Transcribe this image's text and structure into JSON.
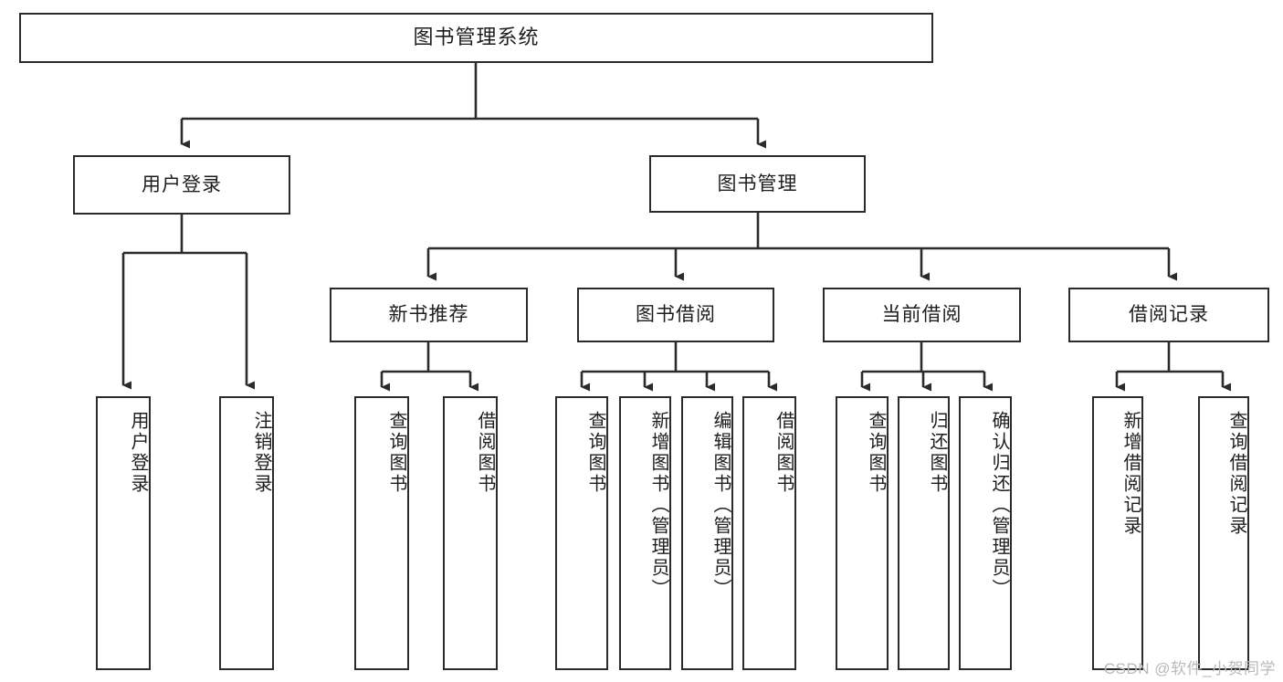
{
  "diagram": {
    "title": "图书管理系统",
    "watermark": "CSDN @软件_小贺同学",
    "line_color": "#2b2b2b",
    "box_fill": "#ffffff",
    "text_color": "#1d1d1d",
    "watermark_color": "#b9b9b9"
  },
  "nodes": {
    "root": {
      "label": "图书管理系统"
    },
    "level2": [
      {
        "label": "用户登录"
      },
      {
        "label": "图书管理"
      }
    ],
    "level3": [
      {
        "label": "新书推荐"
      },
      {
        "label": "图书借阅"
      },
      {
        "label": "当前借阅"
      },
      {
        "label": "借阅记录"
      }
    ],
    "leaves": {
      "user_login": [
        {
          "label": "用户登录"
        },
        {
          "label": "注销登录"
        }
      ],
      "new_book_recommend": [
        {
          "label": "查询图书"
        },
        {
          "label": "借阅图书"
        }
      ],
      "book_borrow": [
        {
          "label": "查询图书"
        },
        {
          "label": "新增图书（管理员）"
        },
        {
          "label": "编辑图书（管理员）"
        },
        {
          "label": "借阅图书"
        }
      ],
      "current_borrow": [
        {
          "label": "查询图书"
        },
        {
          "label": "归还图书"
        },
        {
          "label": "确认归还（管理员）"
        }
      ],
      "borrow_record": [
        {
          "label": "新增借阅记录"
        },
        {
          "label": "查询借阅记录"
        }
      ]
    }
  }
}
